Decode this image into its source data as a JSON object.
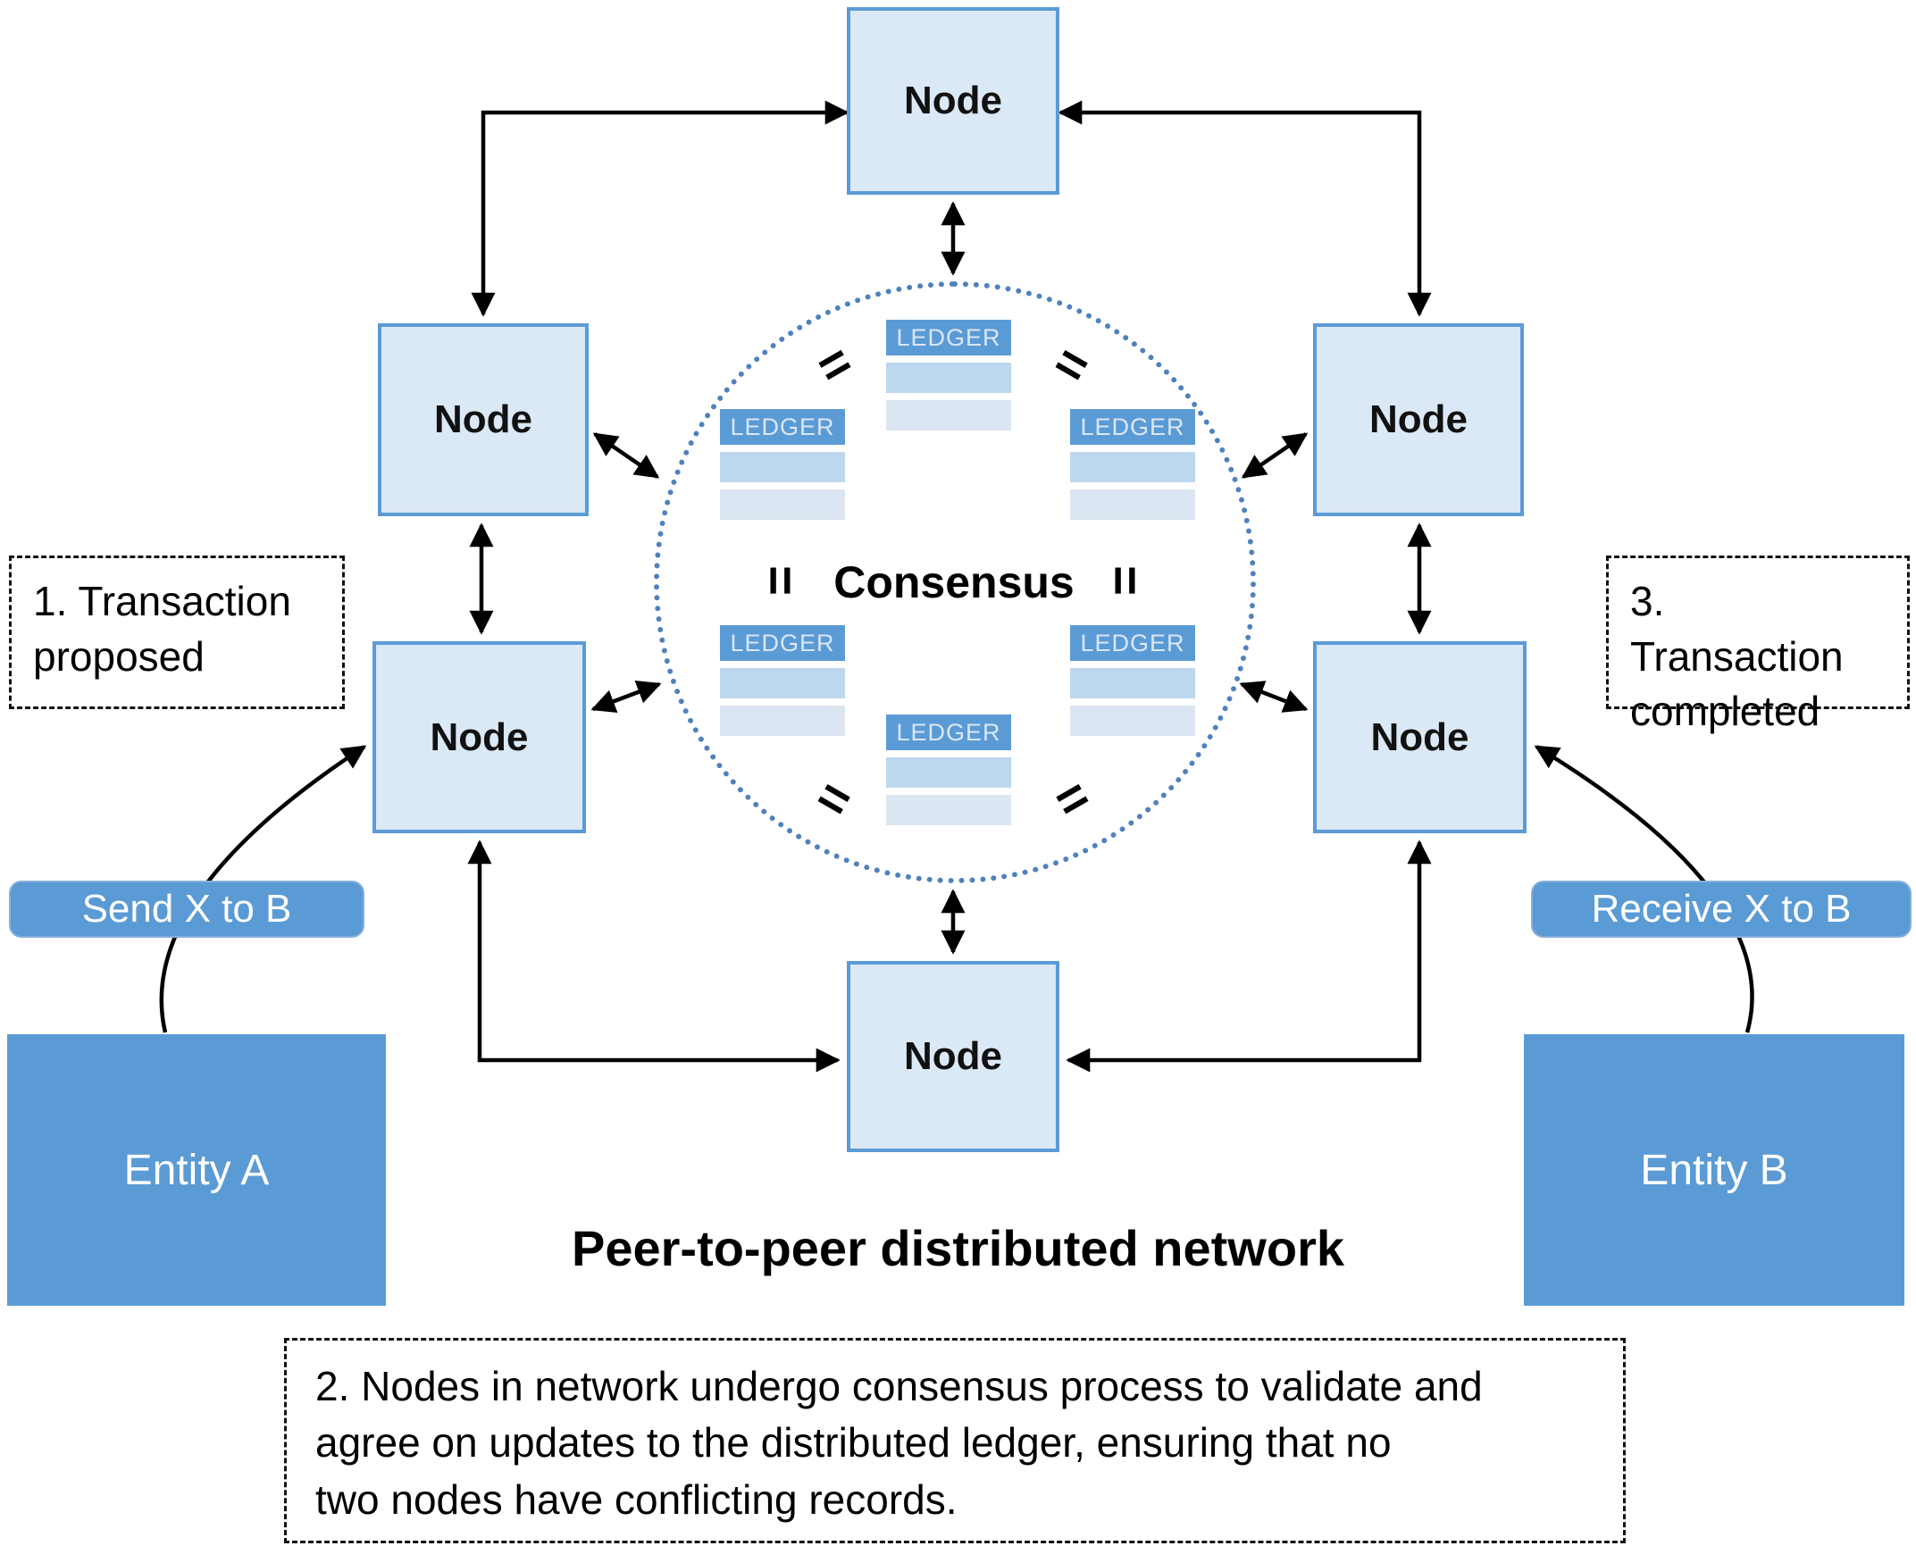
{
  "diagram": {
    "title": "Peer-to-peer distributed network",
    "node_label": "Node",
    "consensus_label": "Consensus",
    "ledger_label": "LEDGER",
    "equals_symbol": "=",
    "annotations": {
      "step1_lines": [
        "1. Transaction",
        "proposed"
      ],
      "step3_lines": [
        "3. Transaction",
        "completed"
      ],
      "step2_lines": [
        "2. Nodes in network undergo consensus process to validate and",
        "agree on updates to the distributed ledger, ensuring that no",
        "two nodes have conflicting records."
      ]
    },
    "transaction_labels": {
      "send": "Send X to B",
      "receive": "Receive X to B"
    },
    "entities": {
      "entity_a": "Entity A",
      "entity_b": "Entity B"
    },
    "colors": {
      "node_fill": "#dbe8f6",
      "node_border": "#5b9bd5",
      "accent_blue": "#5b9bd5",
      "ledger_row_medium": "#bdd7ee",
      "ledger_row_light": "#dce6f2",
      "dotted_circle": "#4f81bd",
      "arrow": "#000000"
    }
  }
}
